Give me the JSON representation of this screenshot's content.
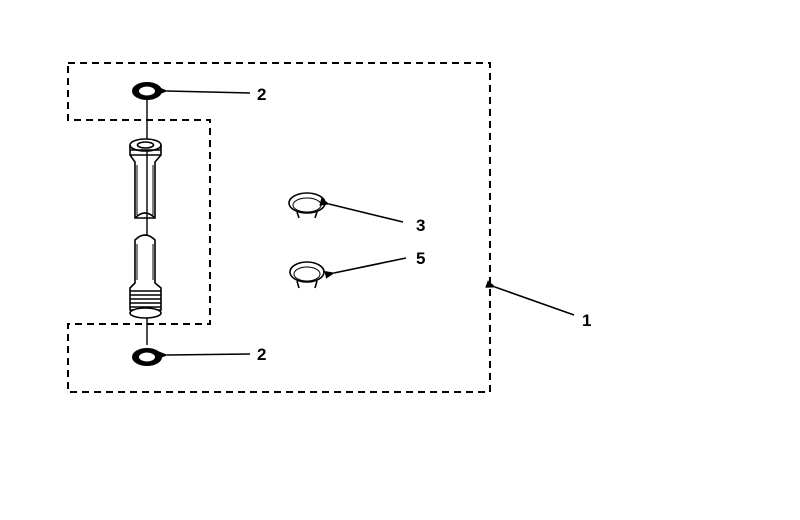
{
  "diagram": {
    "callouts": {
      "kit_outline": "1",
      "washer_top": "2",
      "washer_bottom": "2",
      "clamp_upper": "3",
      "clamp_lower": "5"
    },
    "colors": {
      "ink": "#000000",
      "background": "#ffffff"
    }
  }
}
